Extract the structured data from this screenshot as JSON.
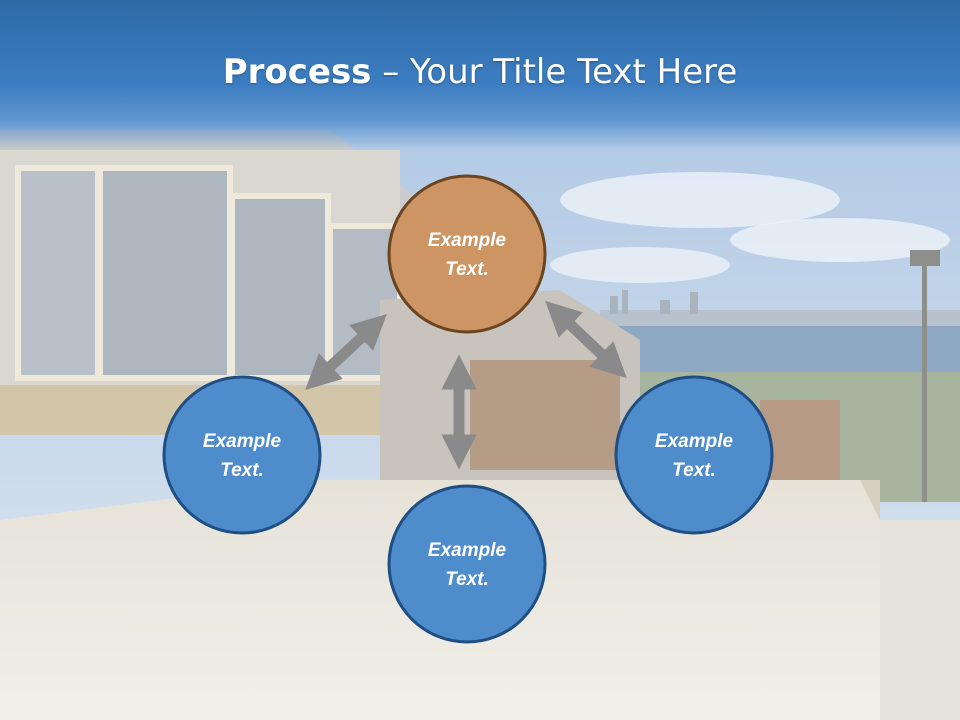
{
  "slide": {
    "title_bold": "Process",
    "title_rest": " – Your Title Text Here"
  },
  "diagram": {
    "nodes": [
      {
        "id": "top",
        "line1": "Example",
        "line2": "Text.",
        "color": "#cd9563"
      },
      {
        "id": "left",
        "line1": "Example",
        "line2": "Text.",
        "color": "#4f8ccc"
      },
      {
        "id": "bottom",
        "line1": "Example",
        "line2": "Text.",
        "color": "#4f8ccc"
      },
      {
        "id": "right",
        "line1": "Example",
        "line2": "Text.",
        "color": "#4f8ccc"
      }
    ],
    "arrow_color": "#8a8a8a"
  }
}
